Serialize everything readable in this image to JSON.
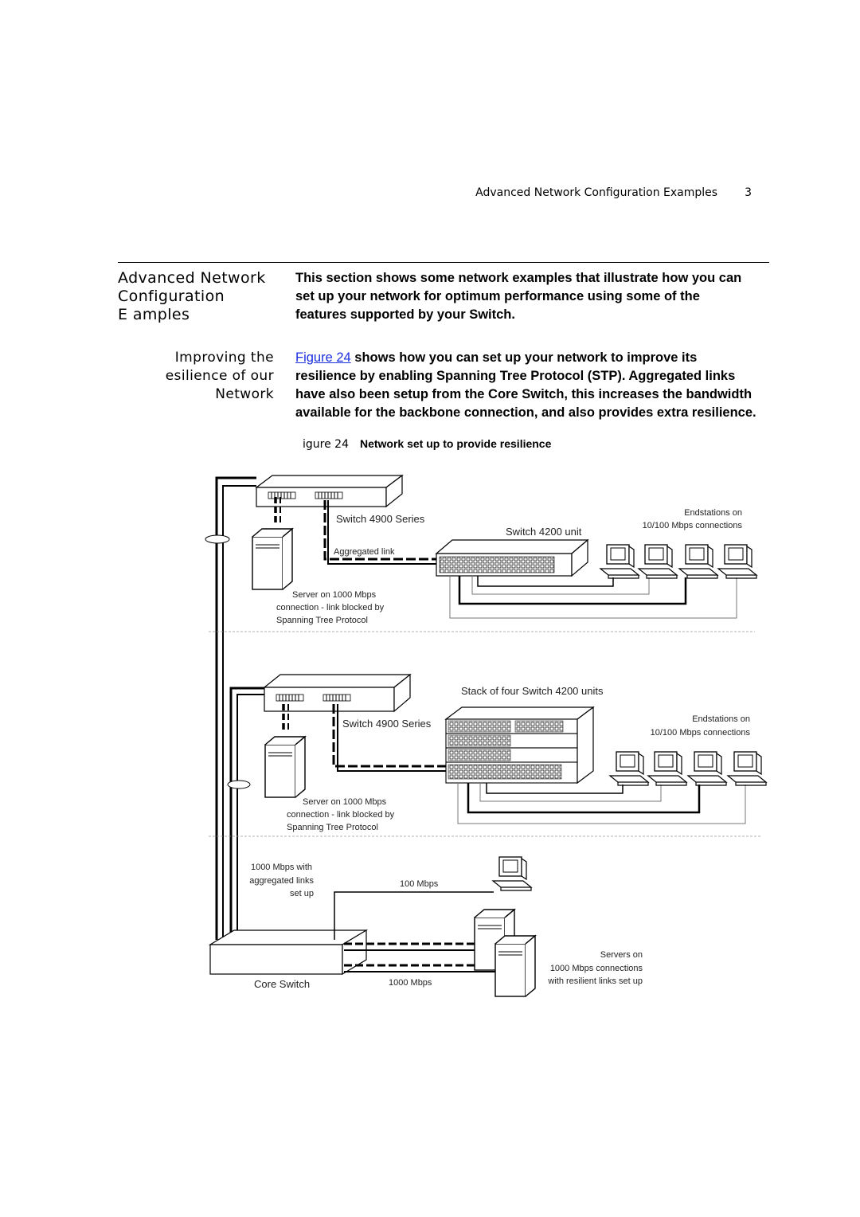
{
  "header": {
    "running_title": "Advanced Network Configuration Examples",
    "page_number": "3"
  },
  "section": {
    "title_lines": [
      "Advanced Network",
      "Configuration",
      "E  amples"
    ],
    "intro_lines": [
      "This section shows some network examples that illustrate how you can",
      "set up your network for optimum performance using some of the",
      "features supported by your Switch."
    ]
  },
  "subsection": {
    "title_lines": [
      "Improving the",
      "esilience of   our",
      "Network"
    ],
    "para_link": "Figure 24",
    "para_first_rest": " shows how you can set up your network to improve its",
    "para_lines": [
      "resilience by enabling Spanning Tree Protocol (STP). Aggregated links",
      "have also been setup from the Core Switch, this increases the bandwidth",
      "available for the backbone connection, and also provides extra resilience."
    ]
  },
  "figure": {
    "number": "igure 24",
    "caption": "Network set up to provide resilience",
    "labels": {
      "top_switch": "Switch 4900 Series",
      "top_unit": "Switch 4200 unit",
      "top_endstations_1": "Endstations on",
      "top_endstations_2": "10/100 Mbps connections",
      "top_aggregated": "Aggregated link",
      "top_server_1": "Server  on 1000  Mbps",
      "top_server_2": "connection - link blocked by",
      "top_server_3": "Spanning Tree Protocol",
      "mid_stack": "Stack of four Switch 4200 units",
      "mid_switch": "Switch 4900 Series",
      "mid_endstations_1": "Endstations on",
      "mid_endstations_2": "10/100 Mbps connections",
      "mid_server_1": "Server  on 1000  Mbps",
      "mid_server_2": "connection - link blocked by",
      "mid_server_3": "Spanning Tree Protocol",
      "agg_1": "1000 Mbps with",
      "agg_2": "aggregated links",
      "agg_3": "set up",
      "link_100": "100 Mbps",
      "link_1000": "1000 Mbps",
      "core_switch": "Core Switch",
      "servers_1": "Servers  on",
      "servers_2": "1000  Mbps connections",
      "servers_3": "with resilient links set up"
    }
  }
}
